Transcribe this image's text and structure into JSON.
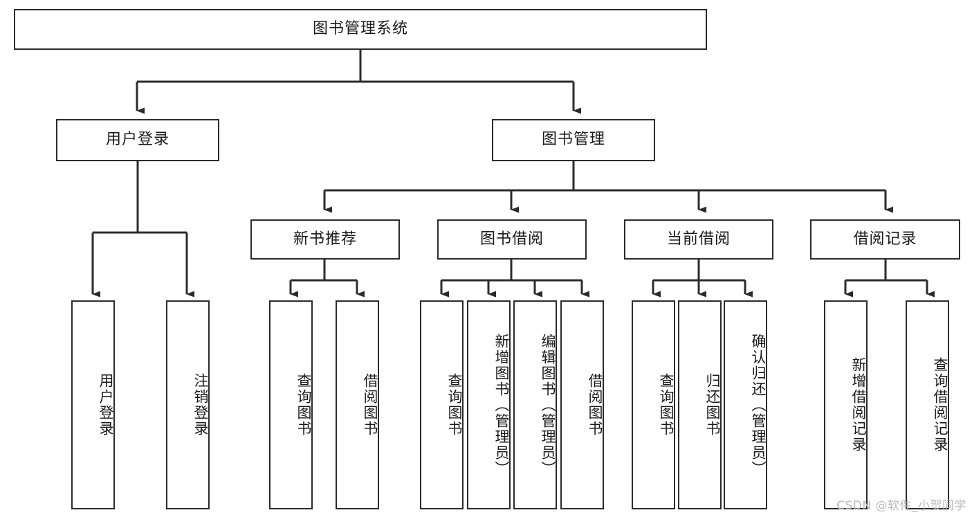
{
  "diagram": {
    "title": "图书管理系统",
    "watermark": "CSDN @软件_小贺同学",
    "stroke_color": "#2b2b2b",
    "background_color": "#ffffff",
    "levels": {
      "root": {
        "label": "图书管理系统"
      },
      "level2": [
        {
          "label": "用户登录"
        },
        {
          "label": "图书管理"
        }
      ],
      "level3": [
        {
          "label": "新书推荐"
        },
        {
          "label": "图书借阅"
        },
        {
          "label": "当前借阅"
        },
        {
          "label": "借阅记录"
        }
      ],
      "level4": [
        {
          "label": "用户登录",
          "parent": "用户登录"
        },
        {
          "label": "注销登录",
          "parent": "用户登录"
        },
        {
          "label": "查询图书",
          "parent": "新书推荐"
        },
        {
          "label": "借阅图书",
          "parent": "新书推荐"
        },
        {
          "label": "查询图书",
          "parent": "图书借阅"
        },
        {
          "label": "新增图书（管理员）",
          "parent": "图书借阅"
        },
        {
          "label": "编辑图书（管理员）",
          "parent": "图书借阅"
        },
        {
          "label": "借阅图书",
          "parent": "图书借阅"
        },
        {
          "label": "查询图书",
          "parent": "当前借阅"
        },
        {
          "label": "归还图书",
          "parent": "当前借阅"
        },
        {
          "label": "确认归还（管理员）",
          "parent": "当前借阅"
        },
        {
          "label": "新增借阅记录",
          "parent": "借阅记录"
        },
        {
          "label": "查询借阅记录",
          "parent": "借阅记录"
        }
      ]
    }
  }
}
